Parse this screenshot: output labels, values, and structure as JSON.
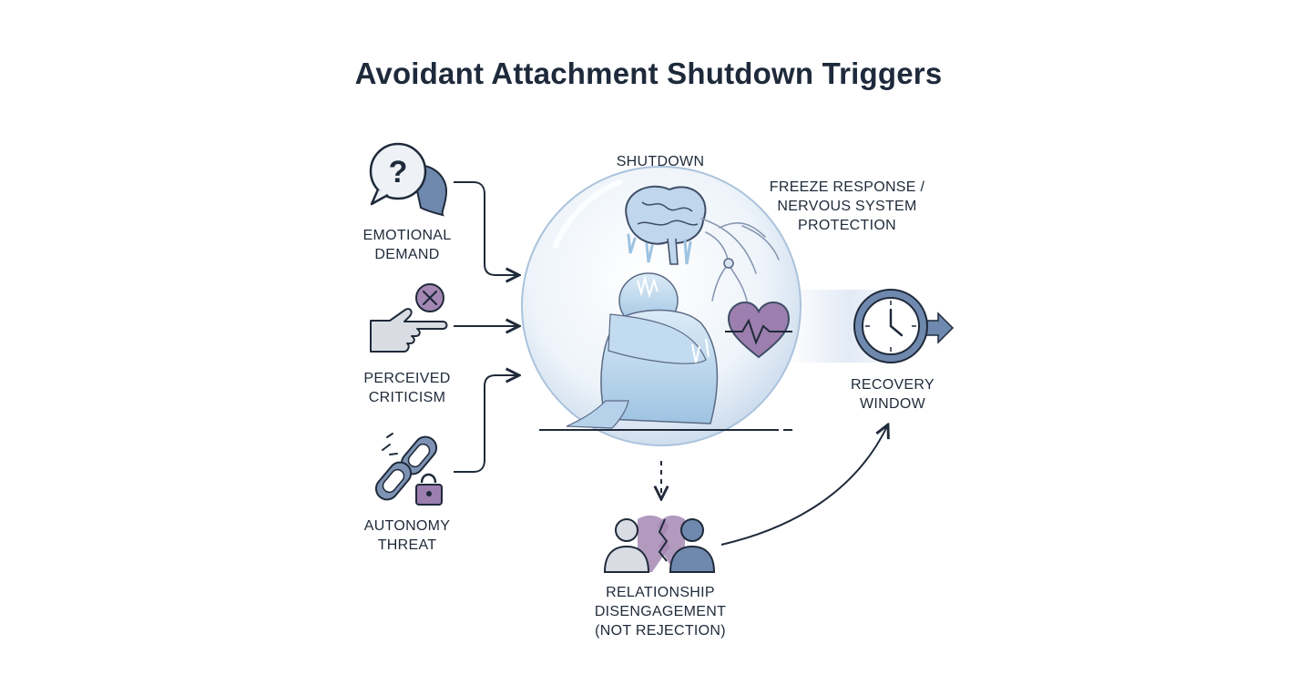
{
  "title": "Avoidant Attachment Shutdown Triggers",
  "triggers": [
    {
      "icon": "question-speech-bubble-icon",
      "lines": [
        "EMOTIONAL",
        "DEMAND"
      ]
    },
    {
      "icon": "pointing-hand-icon",
      "lines": [
        "PERCEIVED",
        "CRITICISM"
      ]
    },
    {
      "icon": "broken-chain-lock-icon",
      "lines": [
        "AUTONOMY",
        "THREAT"
      ]
    }
  ],
  "center": {
    "label": "SHUTDOWN",
    "annotation": [
      "FREEZE RESPONSE /",
      "NERVOUS SYSTEM",
      "PROTECTION"
    ]
  },
  "outcome": {
    "icon": "split-people-icon",
    "lines": [
      "RELATIONSHIP",
      "DISENGAGEMENT",
      "(NOT REJECTION)"
    ]
  },
  "recovery": {
    "icon": "clock-arrow-icon",
    "lines": [
      "RECOVERY",
      "WINDOW"
    ]
  },
  "colors": {
    "ink": "#1f2a3a",
    "accent_purple": "#8c6f9c",
    "bubble_blue": "#cfe0f0",
    "ice_blue": "#a9c9e6",
    "slate": "#5b6a86"
  }
}
